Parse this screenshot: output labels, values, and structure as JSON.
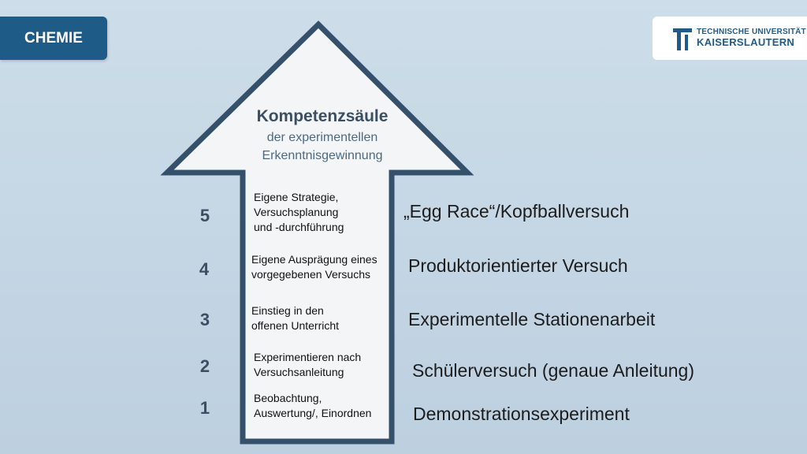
{
  "header": {
    "subject_tab": "CHEMIE"
  },
  "logo": {
    "line1": "TECHNISCHE UNIVERSITÄT",
    "line2": "KAISERSLAUTERN"
  },
  "arrow": {
    "title": "Kompetenzsäule",
    "subtitle_line1": "der experimentellen",
    "subtitle_line2": "Erkenntnisgewinnung"
  },
  "levels": [
    {
      "number": "5",
      "lines": [
        "Eigene Strategie,",
        "Versuchsplanung",
        "und -durchführung"
      ],
      "example": "„Egg Race“/Kopfballversuch"
    },
    {
      "number": "4",
      "lines": [
        "Eigene Ausprägung eines",
        "vorgegebenen Versuchs"
      ],
      "example": "Produktorientierter Versuch"
    },
    {
      "number": "3",
      "lines": [
        "Einstieg in den",
        "offenen Unterricht"
      ],
      "example": "Experimentelle Stationenarbeit"
    },
    {
      "number": "2",
      "lines": [
        "Experimentieren nach",
        "Versuchsanleitung"
      ],
      "example": "Schülerversuch (genaue Anleitung)"
    },
    {
      "number": "1",
      "lines": [
        "Beobachtung,",
        "Auswertung/, Einordnen"
      ],
      "example": "Demonstrationsexperiment"
    }
  ],
  "colors": {
    "accent": "#1f5b87",
    "arrow_outline": "#34506a",
    "arrow_fill": "#f4f5f6"
  }
}
